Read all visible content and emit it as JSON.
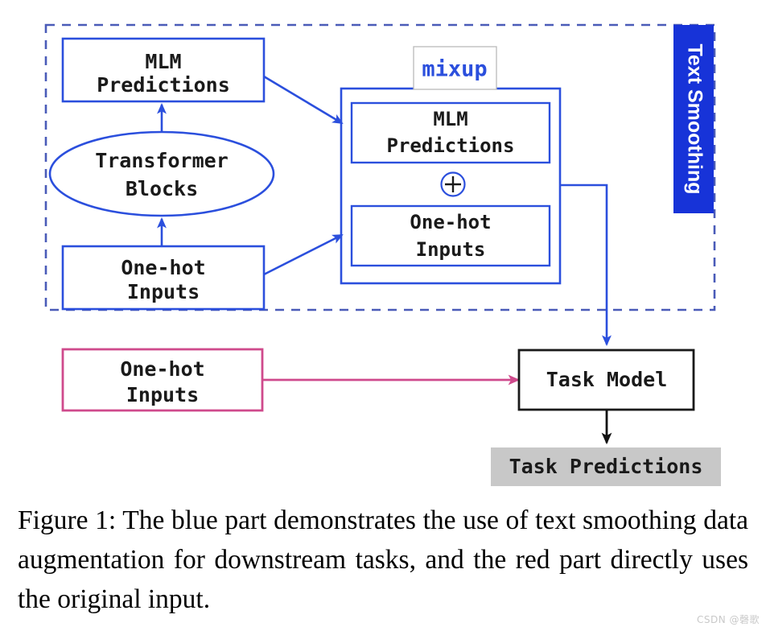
{
  "figure": {
    "colors": {
      "blue": "#2b4fdd",
      "pink": "#cf4a8c",
      "black": "#1a1a1a",
      "gray_fill": "#c8c8c8",
      "white": "#ffffff"
    },
    "group_label": {
      "text": "Text Smoothing",
      "orientation": "vertical",
      "fill": "#2b4fdd",
      "text_color": "#ffffff"
    },
    "mixup_tag": {
      "text": "mixup",
      "color": "#2b4fdd"
    },
    "nodes": {
      "mlm_predictions_left": "MLM\nPredictions",
      "mlm_predictions_left_line1": "MLM",
      "mlm_predictions_left_line2": "Predictions",
      "transformer_blocks_line1": "Transformer",
      "transformer_blocks_line2": "Blocks",
      "one_hot_inputs_left_line1": "One-hot",
      "one_hot_inputs_left_line2": "Inputs",
      "mlm_predictions_mix_line1": "MLM",
      "mlm_predictions_mix_line2": "Predictions",
      "plus_symbol": "+",
      "one_hot_inputs_mix_line1": "One-hot",
      "one_hot_inputs_mix_line2": "Inputs",
      "one_hot_inputs_red_line1": "One-hot",
      "one_hot_inputs_red_line2": "Inputs",
      "task_model": "Task Model",
      "task_predictions": "Task Predictions"
    }
  },
  "caption": {
    "text": "Figure 1:  The blue part demonstrates the use of text smoothing data augmentation for downstream tasks, and the red part directly uses the original input."
  },
  "watermark": {
    "text": "CSDN @磬歌"
  }
}
